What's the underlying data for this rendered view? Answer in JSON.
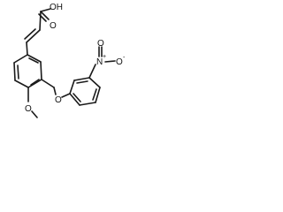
{
  "molecule": {
    "hydroxyl": "OH",
    "carbonyl_oxygen": "O",
    "ether_oxygen": "O",
    "methoxy_oxygen": "O",
    "nitro_nitrogen": "N",
    "nitro_charge_plus": "+",
    "nitro_oxygen_top": "O",
    "nitro_oxygen_right": "O",
    "nitro_charge_minus": "-"
  }
}
